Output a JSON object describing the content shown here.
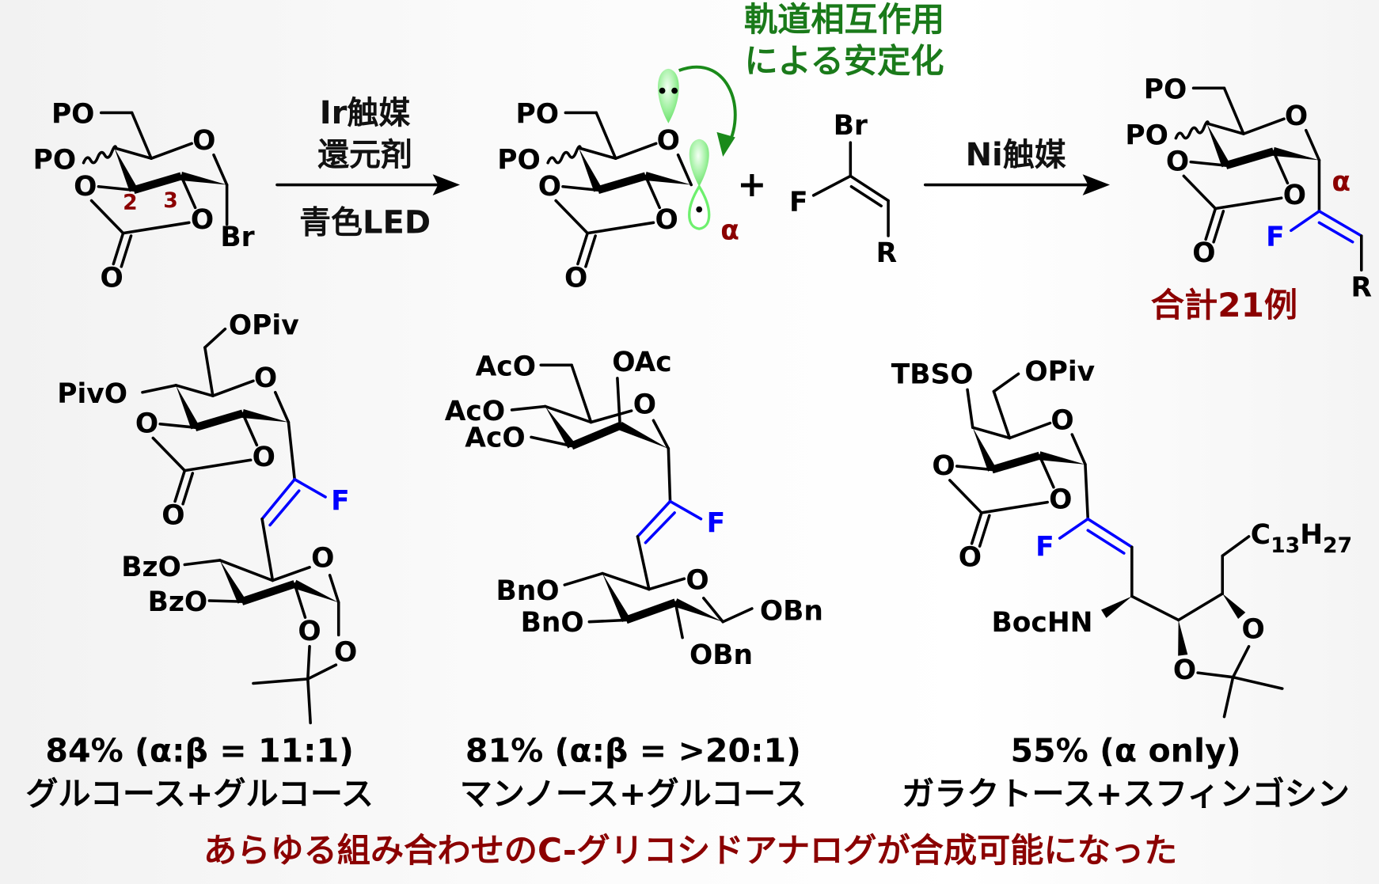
{
  "colors": {
    "accent_red": "#8b0000",
    "highlight_blue": "#0000ff",
    "annotation_green": "#1a7a1a",
    "orbital_green": "#7dff7d"
  },
  "scheme": {
    "starting_material": {
      "po_top": "PO",
      "po_wavy": "PO",
      "ring_o": "O",
      "carbonate_o": "O",
      "carbonyl_o": "O",
      "leaving_group": "Br",
      "position_2": "2",
      "position_3": "3"
    },
    "step1": {
      "catalyst": "Ir触媒",
      "reductant": "還元剤",
      "light": "青色LED"
    },
    "radical": {
      "po_top": "PO",
      "po_wavy": "PO",
      "ring_o": "O",
      "carbonyl_o": "O",
      "alpha": "α"
    },
    "annotation": {
      "line1": "軌道相互作用",
      "line2": "による安定化"
    },
    "plus": "+",
    "vinyl_bromide": {
      "br": "Br",
      "f": "F",
      "r": "R"
    },
    "step2": {
      "catalyst": "Ni触媒"
    },
    "product": {
      "po_top": "PO",
      "po_wavy": "PO",
      "ring_o": "O",
      "carbonyl_o": "O",
      "alpha": "α",
      "f": "F",
      "r": "R",
      "scope": "合計21例"
    }
  },
  "examples": [
    {
      "labels": {
        "opiv": "OPiv",
        "pivo": "PivO",
        "o": "O",
        "f": "F",
        "bzo": "BzO"
      },
      "yield": "84% (α:β = 11:1)",
      "combo": "グルコース+グルコース"
    },
    {
      "labels": {
        "aco": "AcO",
        "oac": "OAc",
        "o": "O",
        "f": "F",
        "bno": "BnO",
        "obn": "OBn"
      },
      "yield": "81% (α:β = >20:1)",
      "combo": "マンノース+グルコース"
    },
    {
      "labels": {
        "tbso": "TBSO",
        "opiv": "OPiv",
        "o": "O",
        "f": "F",
        "bochn": "BocHN",
        "c": "C",
        "n13": "13",
        "h": "H",
        "n27": "27"
      },
      "yield": "55% (α only)",
      "combo": "ガラクトース+スフィンゴシン"
    }
  ],
  "conclusion": "あらゆる組み合わせのC-グリコシドアナログが合成可能になった"
}
